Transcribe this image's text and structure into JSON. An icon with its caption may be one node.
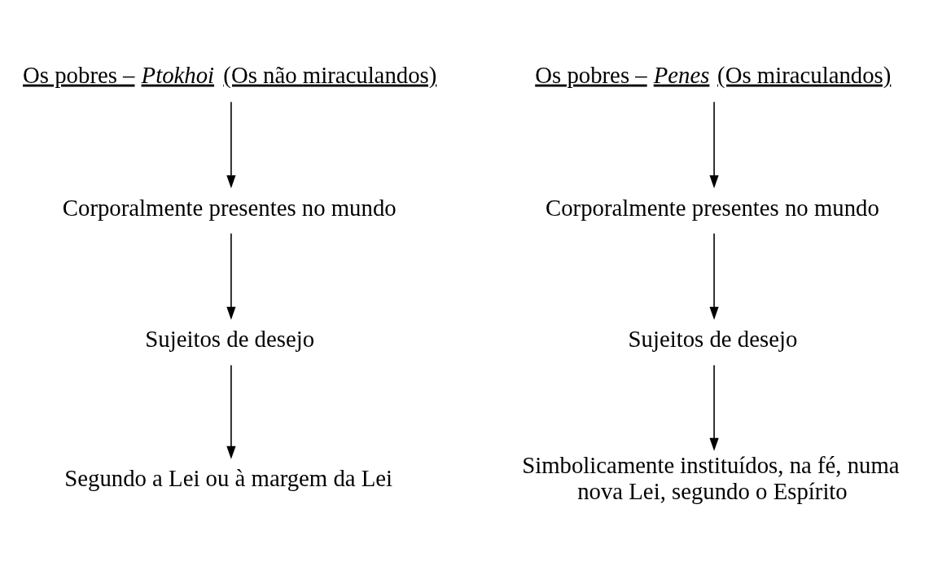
{
  "diagram": {
    "nodes": [
      {
        "text": [
          "Os pobres – *Ptokhoi* (Os não miraculandos)"
        ]
      },
      {
        "text": [
          "Corporalmente presentes no mundo"
        ]
      },
      {
        "text": [
          "Sujeitos de desejo"
        ]
      },
      {
        "text": [
          "Segundo a Lei ou à margem da Lei"
        ]
      },
      {
        "text": [
          "Os pobres – *Penes* (Os miraculandos)"
        ]
      },
      {
        "text": [
          "Corporalmente presentes no mundo"
        ]
      },
      {
        "text": [
          "Sujeitos de desejo"
        ]
      },
      {
        "text": [
          "Simbolicamente instituídos, na fé, numa nova Lei, segundo o Espírito"
        ]
      }
    ],
    "edges": [
      {
        "from": 0,
        "to": 1,
        "arrow": "to"
      },
      {
        "from": 1,
        "to": 2,
        "arrow": "to"
      },
      {
        "from": 2,
        "to": 3,
        "arrow": "to"
      },
      {
        "from": 4,
        "to": 5,
        "arrow": "to"
      },
      {
        "from": 5,
        "to": 6,
        "arrow": "to"
      },
      {
        "from": 6,
        "to": 7,
        "arrow": "to"
      }
    ]
  }
}
